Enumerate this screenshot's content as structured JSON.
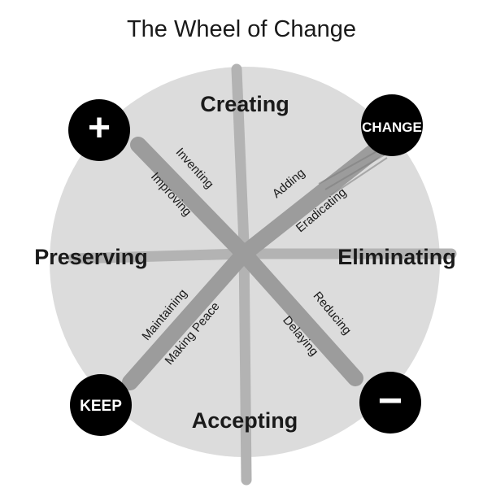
{
  "title": "The Wheel of Change",
  "quadrants": {
    "top": "Creating",
    "bottom": "Accepting",
    "left": "Preserving",
    "right": "Eliminating"
  },
  "corners": {
    "top_left": "+",
    "top_right": "CHANGE",
    "bottom_left": "KEEP",
    "bottom_right": "−"
  },
  "axis_labels": {
    "inventing": "Inventing",
    "improving": "Improving",
    "adding": "Adding",
    "eradicating": "Eradicating",
    "maintaining": "Maintaining",
    "making_peace": "Making Peace",
    "reducing": "Reducing",
    "delaying": "Delaying"
  },
  "colors": {
    "wheel": "#dcdcdc",
    "stroke": "#a9a9a9",
    "circle": "#000000",
    "text": "#1a1a1a"
  }
}
